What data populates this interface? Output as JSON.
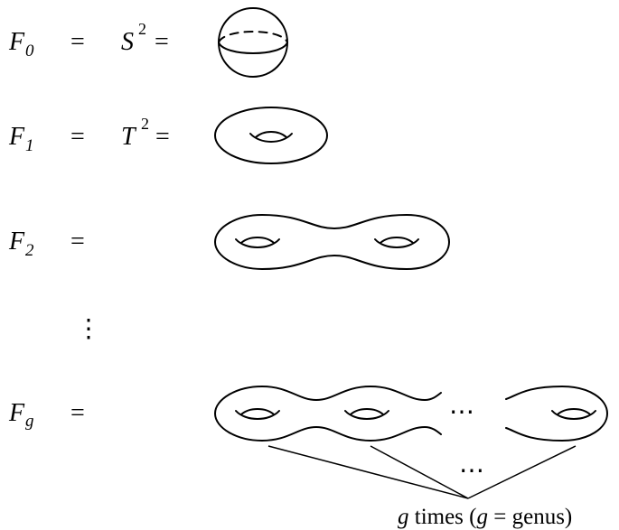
{
  "rows": [
    {
      "symbol": "F",
      "subscript": "0",
      "eq1": "=",
      "surface_symbol": "S",
      "surface_sup": "2",
      "eq2": "="
    },
    {
      "symbol": "F",
      "subscript": "1",
      "eq1": "=",
      "surface_symbol": "T",
      "surface_sup": "2",
      "eq2": "="
    },
    {
      "symbol": "F",
      "subscript": "2",
      "eq1": "="
    },
    {
      "symbol": "F",
      "subscript": "g",
      "eq1": "="
    }
  ],
  "vdots": "⋮",
  "ellipsis": "⋯",
  "caption": {
    "var": "g",
    "text1": " times (",
    "var2": "g",
    "text2": " = genus)"
  },
  "icons": [
    "sphere-icon",
    "torus-icon",
    "genus-2-surface-icon",
    "genus-g-surface-icon"
  ]
}
